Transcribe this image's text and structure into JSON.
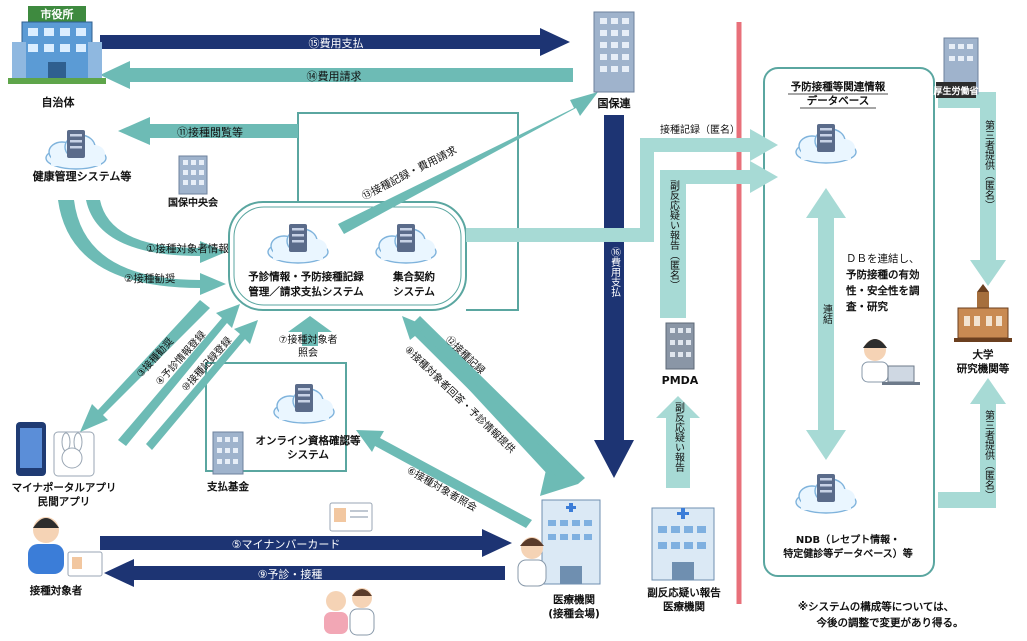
{
  "nodes": {
    "city_hall_sign": "市役所",
    "municipality": "自治体",
    "health_system": "健康管理システム等",
    "kokuho_chuokai": "国保中央会",
    "kokuhoren": "国保連",
    "main_system_line1": "予診情報・予防接種記録",
    "main_system_line2": "管理／請求支払システム",
    "collective_line1": "集合契約",
    "collective_line2": "システム",
    "online_line1": "オンライン資格確認等",
    "online_line2": "システム",
    "payment_fund": "支払基金",
    "portal_line1": "マイナポータルアプリ",
    "portal_line2": "民間アプリ",
    "recipient": "接種対象者",
    "medical_line1": "医療機関",
    "medical_line2": "(接種会場)",
    "pmda": "PMDA",
    "side_effect_line1": "副反応疑い報告",
    "side_effect_line2": "医療機関",
    "mhlw_sign": "厚生労働省",
    "vaccine_db_line1": "予防接種等関連情報",
    "vaccine_db_line2": "データベース",
    "ndb_line1": "NDB（レセプト情報・",
    "ndb_line2": "特定健診等データベース）等",
    "university_line1": "大学",
    "university_line2": "研究機関等",
    "analysis_line1": "ＤＢを連結し、",
    "analysis_line2": "予防接種の有効",
    "analysis_line3": "性・安全性を調",
    "analysis_line4": "査・研究"
  },
  "arrows": {
    "a1": "①接種対象者情報",
    "a2": "②接種勧奨",
    "a3": "③接種勧奨",
    "a4": "④予診情報登録",
    "a5": "⑤マイナンバーカード",
    "a6": "⑥接種対象者照会",
    "a7_line1": "⑦接種対象者",
    "a7_line2": "照会",
    "a8": "⑧接種対象者回答・予診情報提供",
    "a9": "⑨予診・接種",
    "a10": "⑩接種記録登録",
    "a11": "⑪接種閲覧等",
    "a12": "⑫接種記録",
    "a13": "⑬接種記録・費用請求",
    "a14": "⑭費用請求",
    "a15": "⑮費用支払",
    "a16": "⑯費用支払",
    "vaccine_record_anon": "接種記録（匿名）",
    "side_effect_anon": "副反応疑い報告（匿名）",
    "side_effect_report": "副反応疑い報告",
    "link": "連結",
    "third_party_1": "第三者提供（匿名）",
    "third_party_2": "第三者提供（匿名）"
  },
  "footnote_line1": "※システムの構成等については、",
  "footnote_line2": "今後の調整で変更があり得る。",
  "colors": {
    "navy": "#1d3473",
    "teal": "#6dbbb5",
    "light_teal": "#a7dad5",
    "red_line": "#e8707a",
    "frame": "#5aa6a0"
  }
}
